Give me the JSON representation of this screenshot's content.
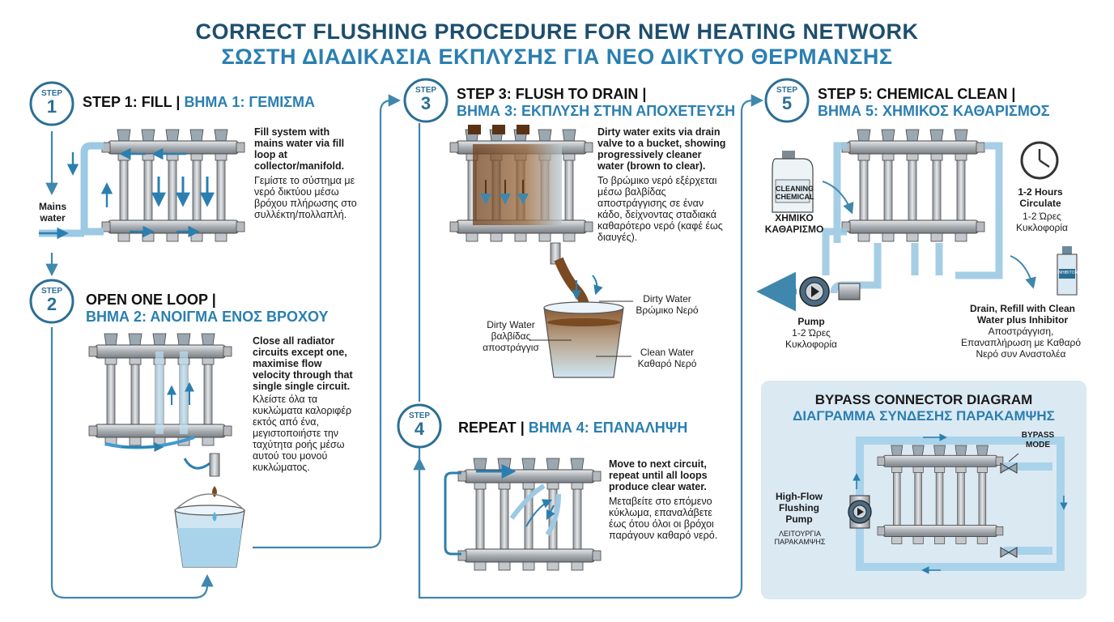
{
  "title": {
    "en": "CORRECT FLUSHING PROCEDURE FOR NEW HEATING NETWORK",
    "el": "ΣΩΣΤΗ ΔΙΑΔΙΚΑΣΙΑ ΕΚΠΛΥΣΗΣ ΓΙΑ ΝΕΟ ΔΙΚΤΥΟ ΘΕΡΜΑΝΣΗΣ"
  },
  "badge_word": "STEP",
  "steps": [
    {
      "num": "1",
      "title_en": "STEP 1: FILL",
      "sep": "|",
      "title_el": "ΒΗΜΑ 1: ΓΕΜΙΣΜΑ",
      "body_en": "Fill system with mains water via fill loop at collector/manifold.",
      "body_el": "Γεμίστε το σύστημα με νερό δικτύου μέσω βρόχου πλήρωσης στο συλλέκτη/πολλαπλή.",
      "side_label": "Mains water"
    },
    {
      "num": "2",
      "title_en": "OPEN ONE LOOP",
      "sep": "|",
      "title_el": "ΒΗΜΑ 2: ΑΝΟΙΓΜΑ ΕΝΟΣ ΒΡΟΧΟΥ",
      "body_en": "Close all radiator circuits except one, maximise flow velocity through that single single circuit.",
      "body_el": "Κλείστε όλα τα κυκλώματα καλοριφέρ εκτός από ένα, μεγιστοποιήστε την ταχύτητα ροής μέσω αυτού του μονού κυκλώματος."
    },
    {
      "num": "3",
      "title_en": "STEP 3: FLUSH TO DRAIN",
      "sep": "|",
      "title_el": "ΒΗΜΑ 3: ΕΚΠΛΥΣΗ ΣΤΗΝ ΑΠΟΧΕΤΕΥΣΗ",
      "body_en": "Dirty water exits via drain valve to a bucket, showing progressively cleaner water (brown to clear).",
      "body_el": "Το βρώμικο νερό εξέρχεται μέσω βαλβίδας αποστράγγισης σε έναν κάδο, δείχνοντας σταδιακά καθαρότερο νερό (καφέ έως διαυγές).",
      "label_dirty_right": "Dirty Water",
      "label_dirty_right_el": "Βρώμικο Νερό",
      "label_dirty_left": "Dirty Water",
      "label_dirty_left_el": "βαλβίδας αποστράγγισ",
      "label_clean": "Clean Water",
      "label_clean_el": "Καθαρό Νερό"
    },
    {
      "num": "4",
      "title_en": "REPEAT",
      "sep": "|",
      "title_el": "ΒΗΜΑ 4: ΕΠΑΝΑΛΗΨΗ",
      "body_en": "Move to next circuit, repeat until all loops produce clear water.",
      "body_el": "Μεταβείτε στο επόμενο κύκλωμα, επαναλάβετε έως ότου όλοι οι βρόχοι παράγουν καθαρό νερό."
    },
    {
      "num": "5",
      "title_en": "STEP 5: CHEMICAL CLEAN",
      "sep": "|",
      "title_el": "ΒΗΜΑ 5: ΧΗΜΙΚΟΣ ΚΑΘΑΡΙΣΜΟΣ",
      "bottle_text": "CLEANING CHEMICAL",
      "chem_label_el": "ΧΗΜΙΚΟ ΚΑΘΑΡΙΣΜΟ",
      "clock_en": "1-2 Hours Circulate",
      "clock_el": "1-2 Ώρες Κυκλοφορία",
      "pump_en": "Pump",
      "pump_el": "1-2 Ώρες Κυκλοφορία",
      "drain_en": "Drain, Refill with Clean Water plus Inhibitor",
      "drain_el": "Αποστράγγιση, Επαναπλήρωση με Καθαρό Νερό συν Αναστολέα",
      "inhibitor_bottle_text": "INHIBITOR"
    }
  ],
  "bypass": {
    "title_en": "BYPASS CONNECTOR DIAGRAM",
    "title_el": "ΔΙΑΓΡΑΜΜΑ ΣΥΝΔΕΣΗΣ ΠΑΡΑΚΑΜΨΗΣ",
    "pump_en": "High-Flow Flushing Pump",
    "pump_el": "ΛΕΙΤΟΥΡΓΙΑ ΠΑΡΑΚΑΜΨΗΣ",
    "mode_label": "BYPASS MODE"
  },
  "colors": {
    "title": "#1d4e6e",
    "accent": "#2b7fb0",
    "pipe": "#9cc9e3",
    "dirty": "#7a4a22",
    "panel": "#dbe9f3"
  }
}
